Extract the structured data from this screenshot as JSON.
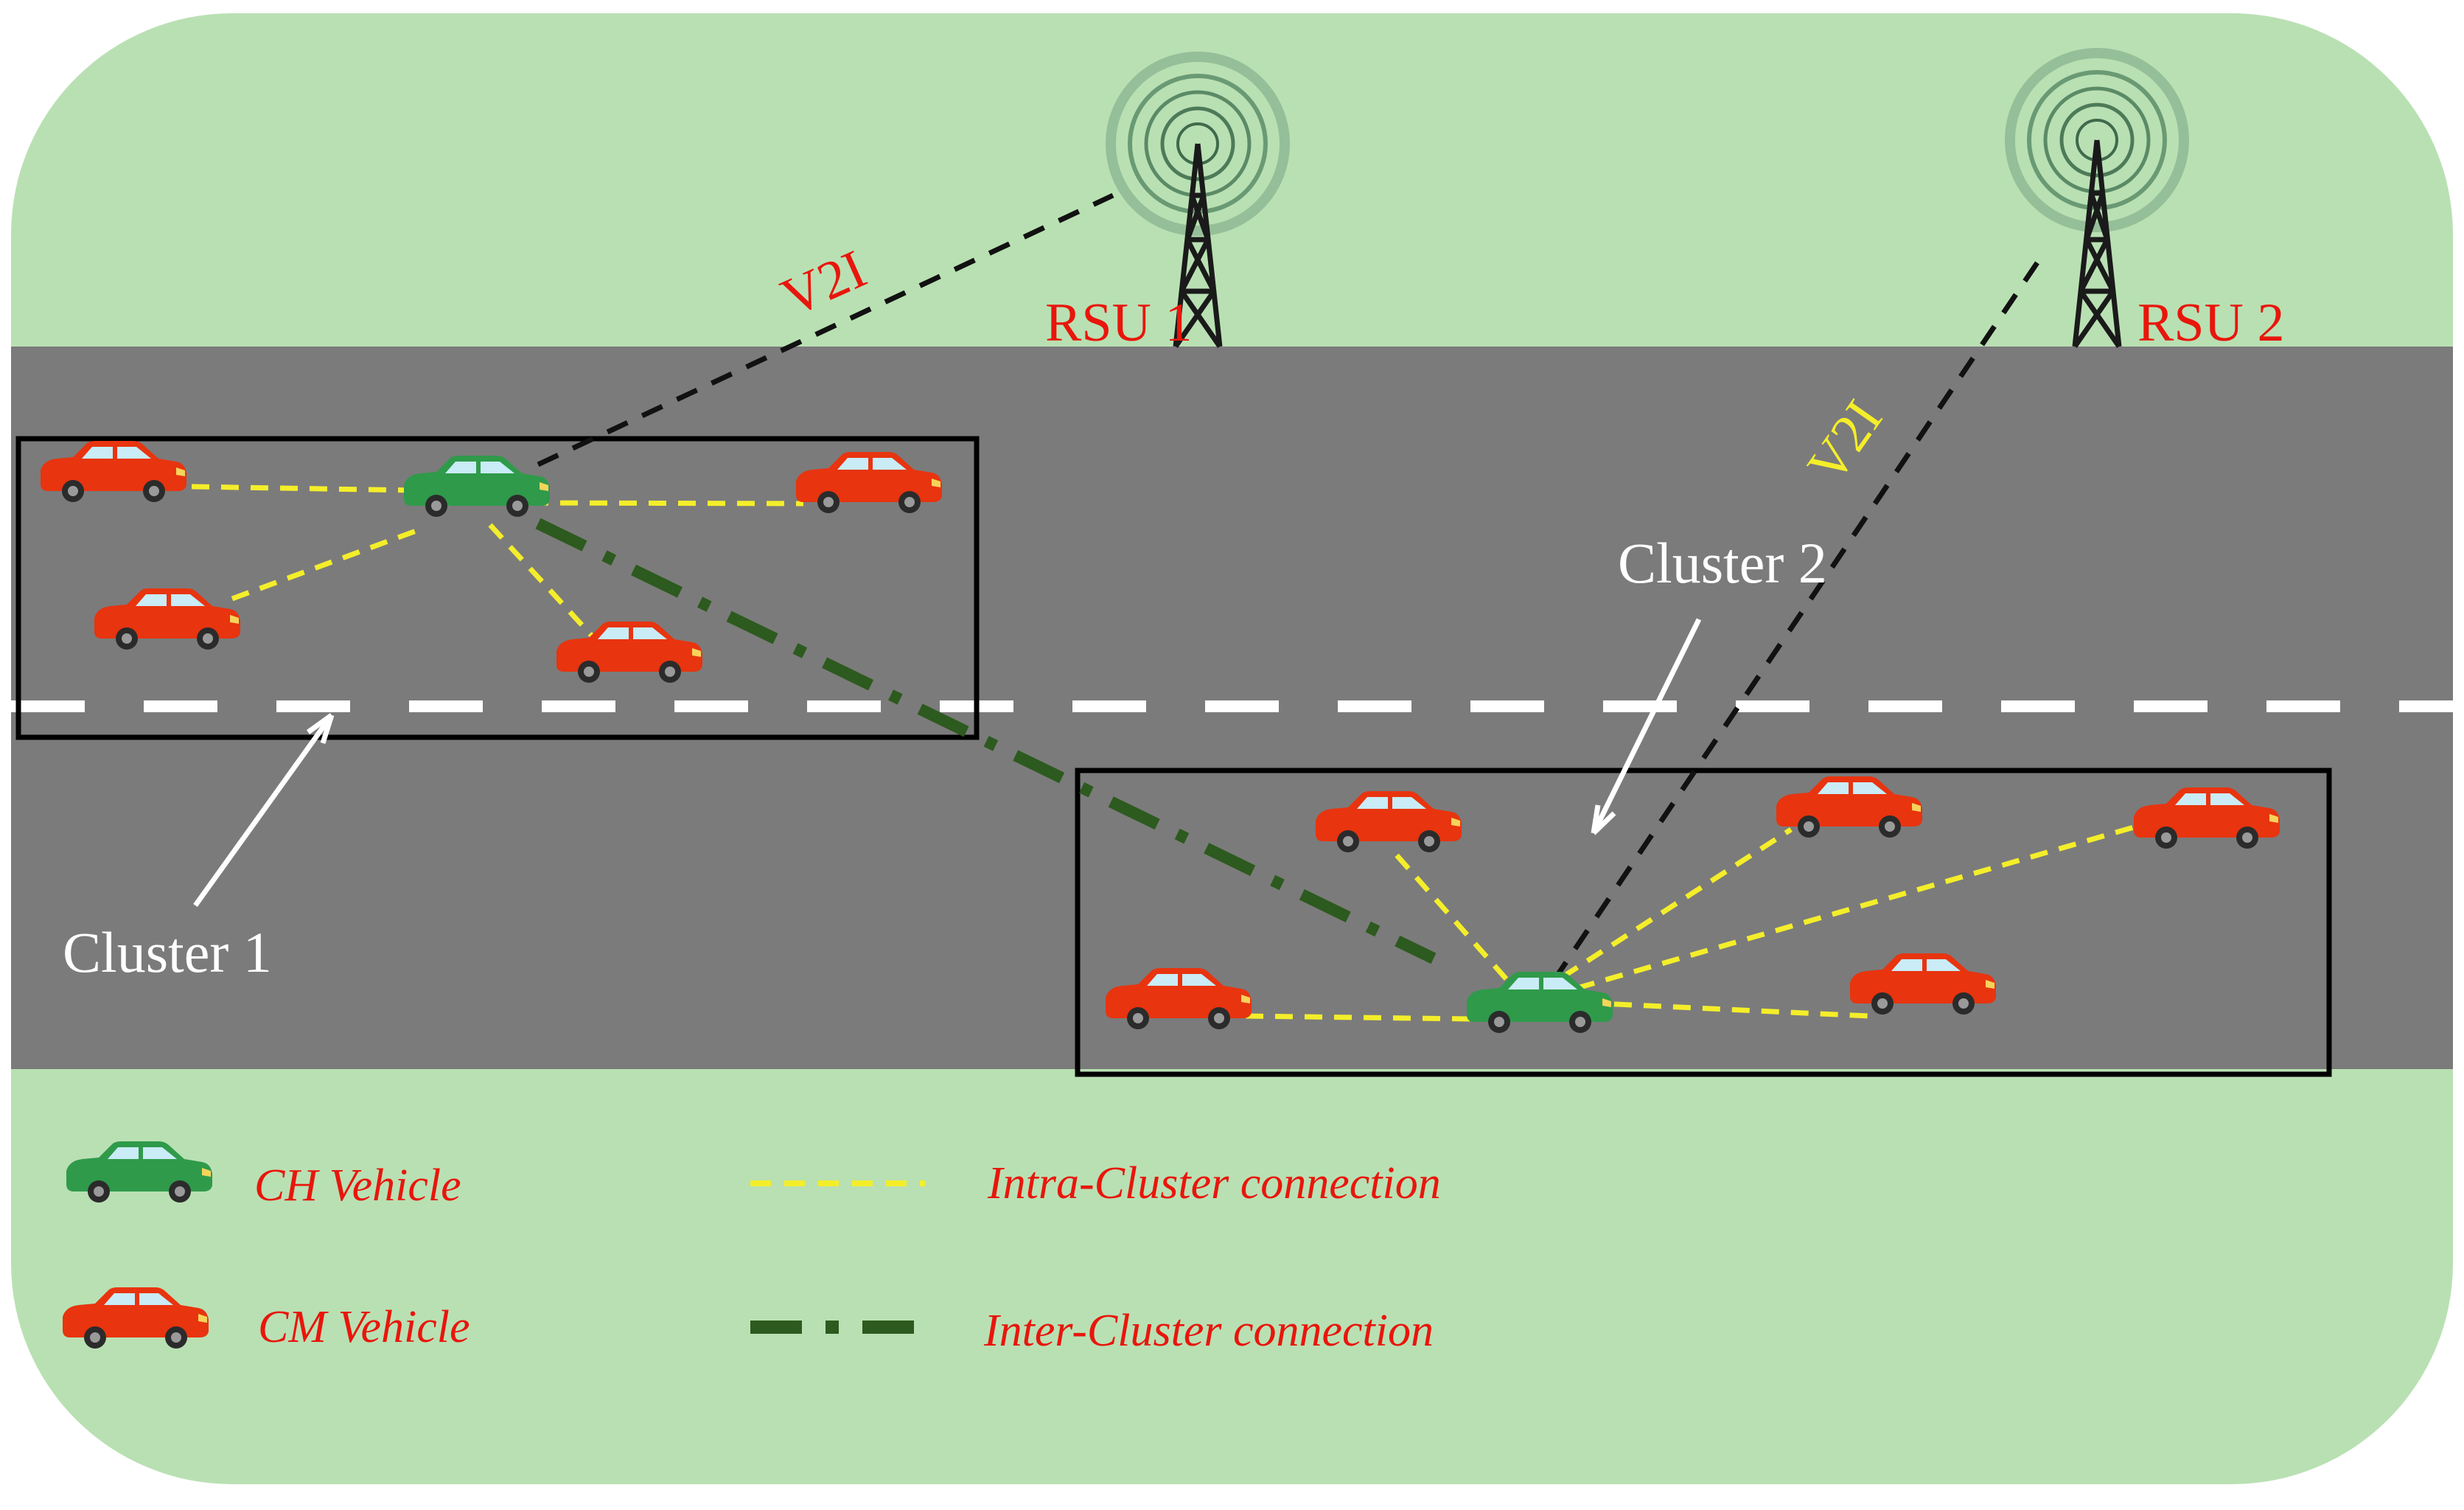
{
  "labels": {
    "rsu1": "RSU 1",
    "rsu2": "RSU 2",
    "v2i_1": "V2I",
    "v2i_2": "V2I",
    "cluster1": "Cluster 1",
    "cluster2": "Cluster 2"
  },
  "legend": {
    "ch_vehicle": "CH Vehicle",
    "cm_vehicle": "CM Vehicle",
    "intra": "Intra-Cluster connection",
    "inter": "Inter-Cluster connection"
  },
  "colors": {
    "grass": "#b9e0b3",
    "road": "#7b7b7b",
    "ch_car": "#2f9a4a",
    "cm_car": "#e8340f",
    "intra_line": "#f4ee2a",
    "inter_line": "#2d5a1e",
    "v2i_line": "#111111",
    "label_red": "#e8160c"
  },
  "icons": {
    "tower": "rsu-tower-icon",
    "ch": "green-car-icon",
    "cm": "red-car-icon"
  }
}
